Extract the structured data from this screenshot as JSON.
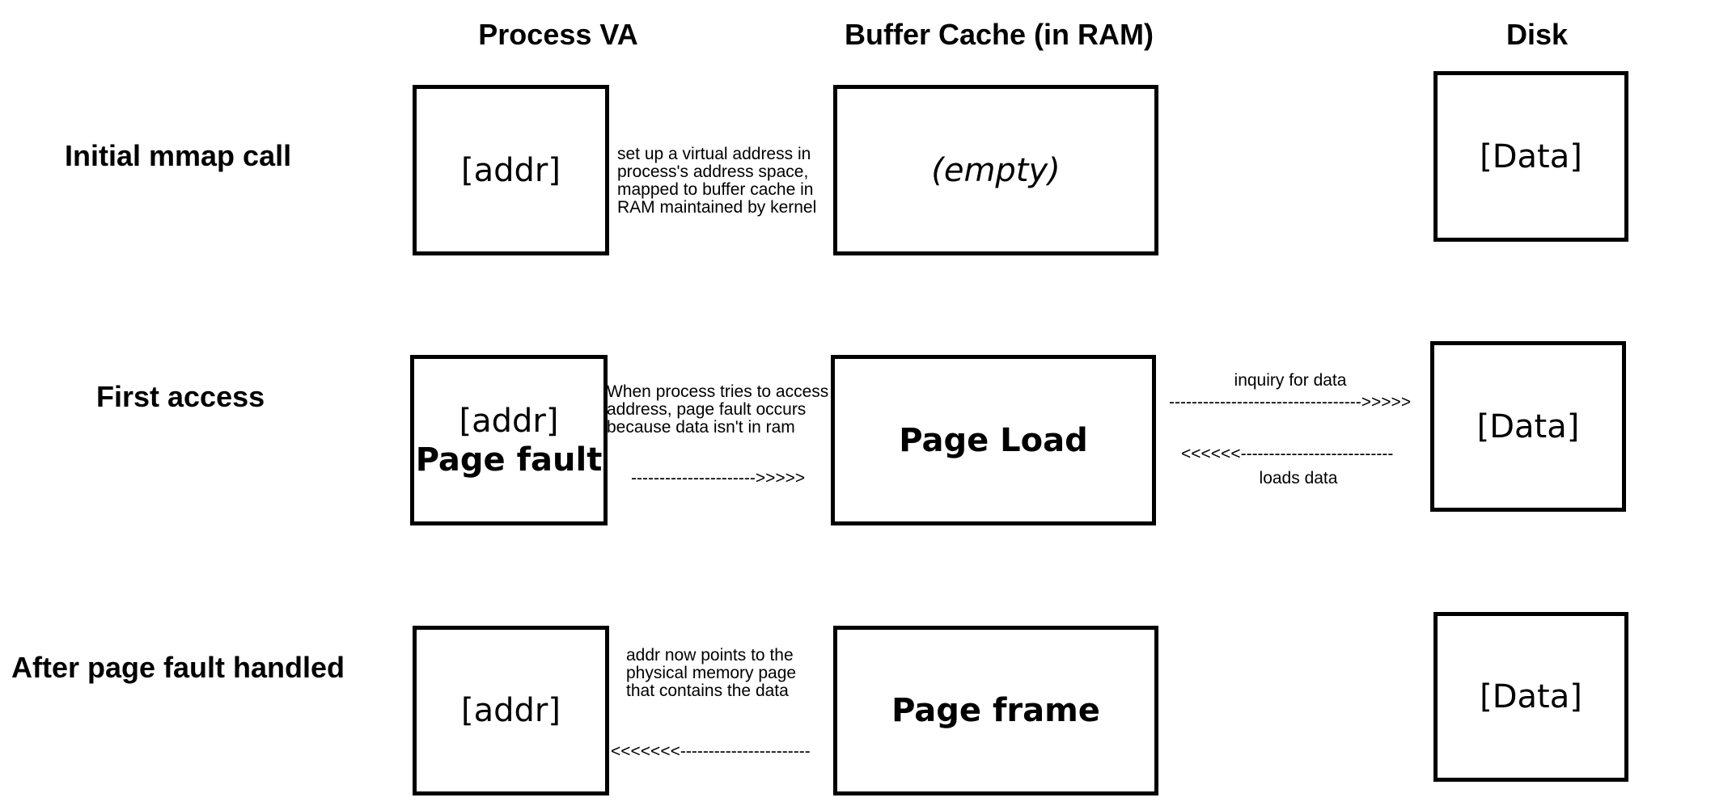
{
  "headers": {
    "process_va": "Process VA",
    "buffer_cache": "Buffer Cache (in RAM)",
    "disk": "Disk"
  },
  "rows": {
    "initial": {
      "label": "Initial mmap call",
      "va_text": "[addr]",
      "cache_text": "(empty)",
      "disk_text": "[Data]",
      "note_lines": [
        "set up a virtual address in",
        "process's address space,",
        "mapped to buffer cache in",
        "RAM maintained by kernel"
      ]
    },
    "first_access": {
      "label": "First access",
      "va_text": "[addr]",
      "va_subtext": "Page fault",
      "cache_text": "Page Load",
      "disk_text": "[Data]",
      "note_lines": [
        "When process tries to access",
        "address, page fault occurs",
        "because data isn't in ram"
      ],
      "va_to_cache_arrow": "---------------------->>>>>",
      "inquiry_label": "inquiry for data",
      "inquiry_arrow": "---------------------------------->>>>>",
      "loads_arrow": "<<<<<<---------------------------",
      "loads_label": "loads data"
    },
    "after_fault": {
      "label": "After page fault handled",
      "va_text": "[addr]",
      "cache_text": "Page frame",
      "disk_text": "[Data]",
      "note_lines": [
        "addr now points to the",
        "physical memory page",
        "that contains the data"
      ],
      "cache_to_va_arrow": "<<<<<<<-----------------------"
    }
  }
}
